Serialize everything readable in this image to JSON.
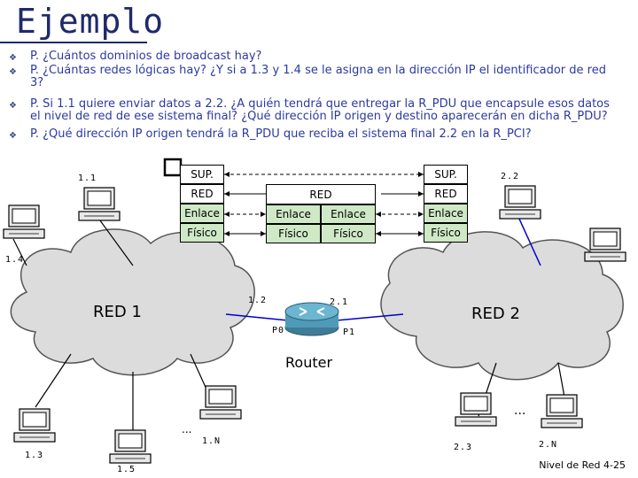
{
  "title": "Ejemplo",
  "questions": [
    "P. ¿Cuántos dominios de broadcast hay?",
    "P. ¿Cuántas redes lógicas hay? ¿Y si a 1.3 y 1.4 se le asigna en la dirección IP el identificador de red 3?",
    "P. Si 1.1 quiere enviar datos a 2.2. ¿A quién tendrá que entregar la R_PDU que encapsule esos datos el nivel de red de ese sistema final? ¿Qué dirección IP origen y destino aparecerán en dicha R_PDU?",
    "P. ¿Qué dirección IP origen tendrá la R_PDU que reciba el sistema final 2.2 en la R_PCI?"
  ],
  "stack": {
    "left": [
      "SUP.",
      "RED",
      "Enlace",
      "Físico"
    ],
    "middle_red": "RED",
    "router_left": [
      "Enlace",
      "Físico"
    ],
    "router_right": [
      "Enlace",
      "Físico"
    ],
    "right": [
      "SUP.",
      "RED",
      "Enlace",
      "Físico"
    ]
  },
  "hosts": {
    "h11": "1.1",
    "h22": "2.2",
    "h14": "1.4",
    "h13": "1.3",
    "h15": "1.5",
    "h1N": "1.N",
    "h23": "2.3",
    "h2N": "2.N"
  },
  "router": {
    "label": "Router",
    "if_left": "1.2",
    "if_right": "2.1",
    "port_left": "P0",
    "port_right": "P1"
  },
  "networks": {
    "red1": "RED 1",
    "red2": "RED 2"
  },
  "ellipsis": "...",
  "footer": "Nivel de Red  4-25"
}
